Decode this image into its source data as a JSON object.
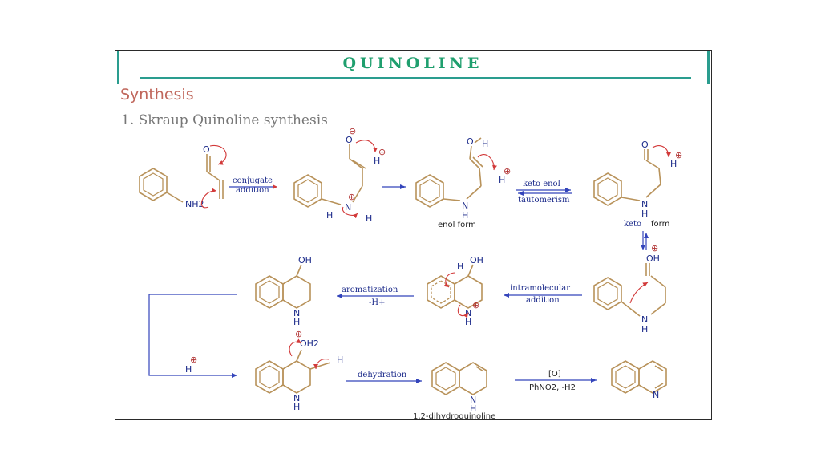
{
  "slide": {
    "title": "QUINOLINE",
    "subtitle": "Synthesis",
    "method": "1.   Skraup Quinoline synthesis"
  },
  "scheme": {
    "atoms": {
      "nh2": "NH2",
      "o": "O",
      "h": "H",
      "n": "N",
      "oh": "OH",
      "oh2": "OH2",
      "plus": "⊕",
      "minus": "⊖"
    },
    "step_labels": {
      "conjugate_1": "conjugate",
      "conjugate_2": "addition",
      "keto_enol_1": "keto enol",
      "keto_enol_2": "tautomerism",
      "intramolecular_1": "intramolecular",
      "intramolecular_2": "addition",
      "aromatization": "aromatization",
      "minus_h": "-H+",
      "dehydration": "dehydration",
      "oxidant_1": "[O]",
      "oxidant_2": "PhNO2, -H2"
    },
    "compound_labels": {
      "enol_form": "enol form",
      "keto_word": "keto",
      "form_word": "form",
      "dihydro": "1,2-dihydroquinoline"
    }
  },
  "colors": {
    "title": "#1f9f6e",
    "accent_bar": "#2a9d8f",
    "subtitle": "#c0675c",
    "bonds": "#b8925a",
    "arrows": "#3344bb",
    "curved_arrows": "#d23a3a"
  }
}
